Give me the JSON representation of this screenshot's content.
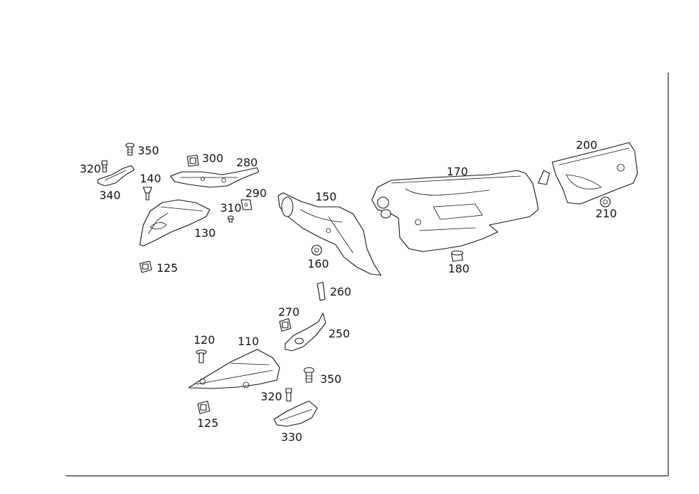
{
  "diagram": {
    "callouts": {
      "c350a": "350",
      "c320a": "320",
      "c140": "140",
      "c340": "340",
      "c300": "300",
      "c280": "280",
      "c290": "290",
      "c310": "310",
      "c130": "130",
      "c125a": "125",
      "c150": "150",
      "c160": "160",
      "c170": "170",
      "c180": "180",
      "c200": "200",
      "c210": "210",
      "c260": "260",
      "c270": "270",
      "c250": "250",
      "c120": "120",
      "c110": "110",
      "c350b": "350",
      "c320b": "320",
      "c125b": "125",
      "c330": "330"
    }
  }
}
